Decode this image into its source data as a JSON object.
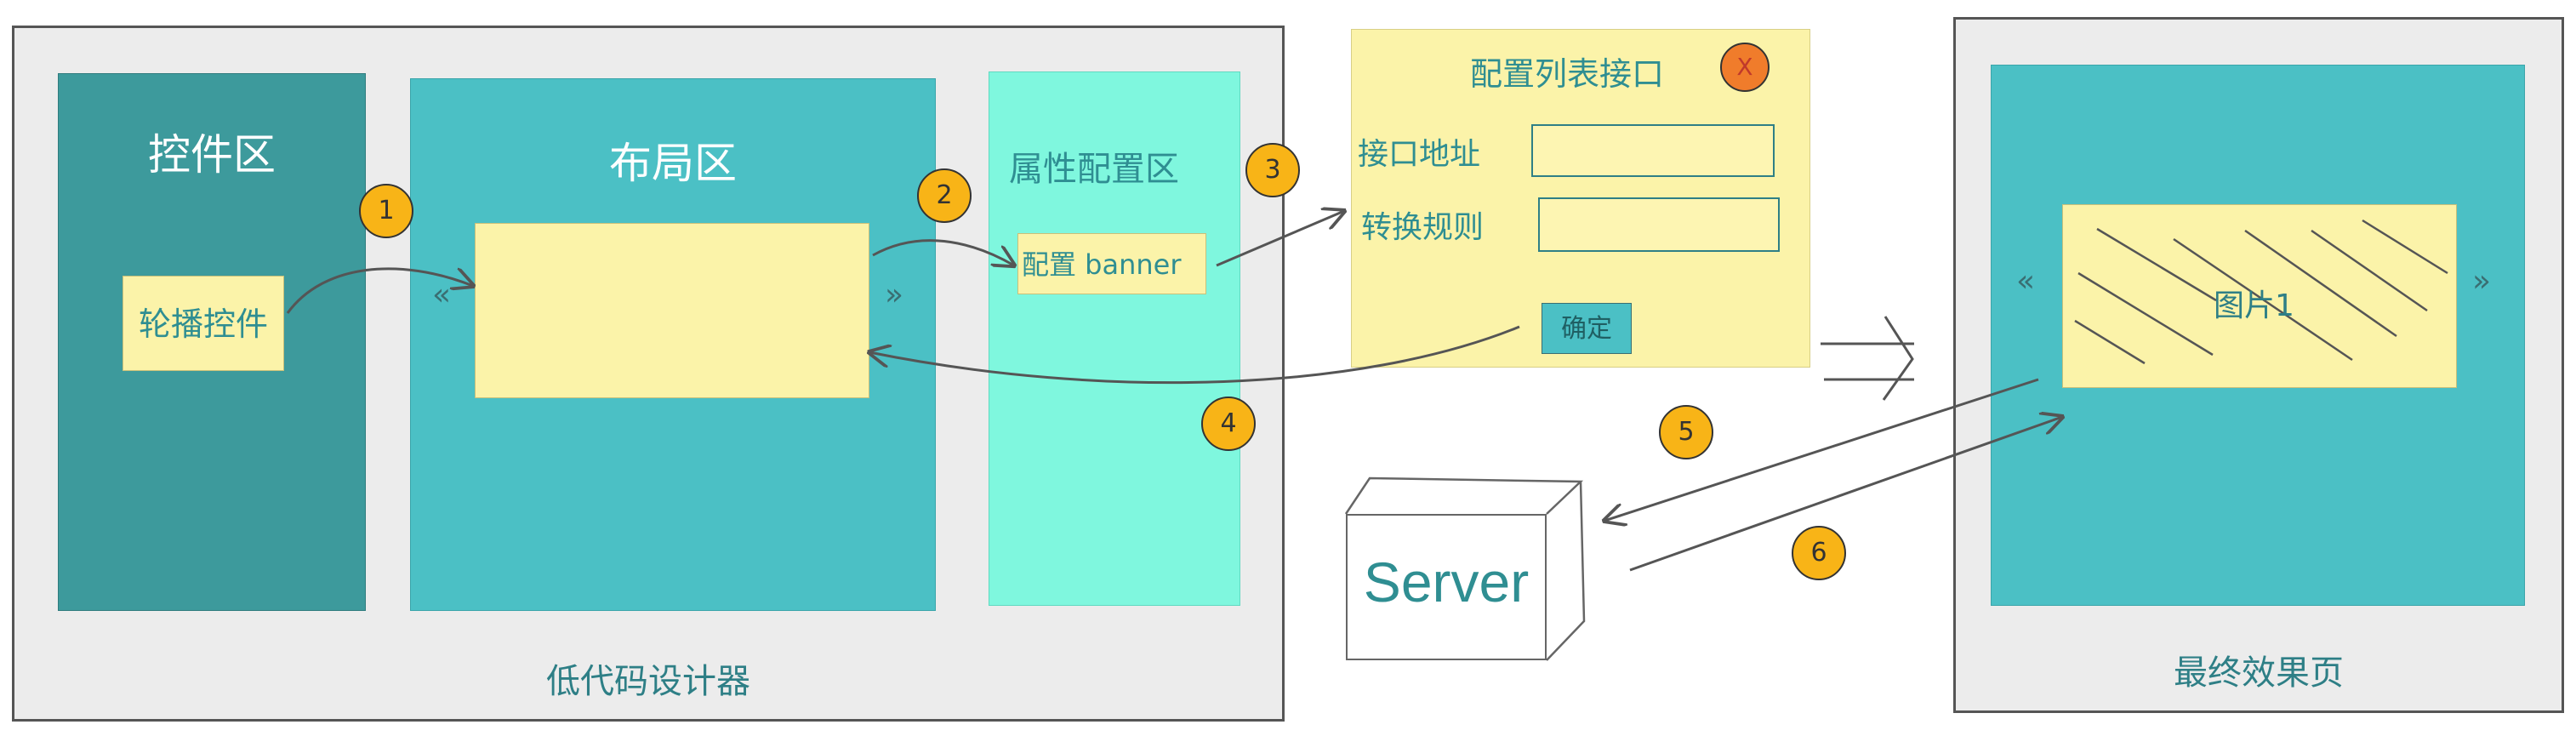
{
  "designer": {
    "title": "低代码设计器",
    "control_area": {
      "title": "控件区",
      "carousel_control": "轮播控件"
    },
    "layout_area": {
      "title": "布局区",
      "prev_arrow": "«",
      "next_arrow": "»"
    },
    "property_area": {
      "title": "属性配置区",
      "config_banner": "配置 banner"
    }
  },
  "config_dialog": {
    "title": "配置列表接口",
    "close_label": "X",
    "fields": [
      {
        "label": "接口地址",
        "value": ""
      },
      {
        "label": "转换规则",
        "value": ""
      }
    ],
    "confirm_label": "确定"
  },
  "server": {
    "label": "Server"
  },
  "final_page": {
    "title": "最终效果页",
    "image_label": "图片1",
    "prev_arrow": "«",
    "next_arrow": "»"
  },
  "steps": [
    "1",
    "2",
    "3",
    "4",
    "5",
    "6"
  ],
  "colors": {
    "designer_bg": "#ececec",
    "control_area": "#3d9a9c",
    "layout_area": "#4bc0c5",
    "property_area": "#7ff7de",
    "yellow": "#fbf3a9",
    "badge": "#f8b417",
    "close": "#f07c2b",
    "text_teal": "#2e7f86"
  }
}
